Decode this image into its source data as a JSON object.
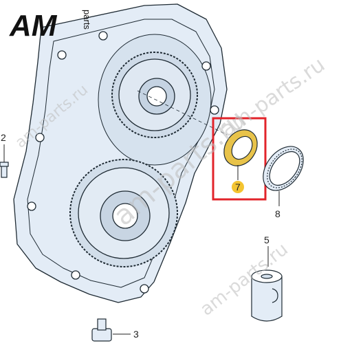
{
  "logo": {
    "brand": "AM",
    "suffix": "parts"
  },
  "watermarks": [
    "am-parts.ru",
    "am-parts.ru",
    "am-parts.ru",
    "am-parts.ru"
  ],
  "callouts": {
    "part_2": "2",
    "part_3": "3",
    "part_5": "5",
    "part_7": "7",
    "part_8": "8"
  },
  "colors": {
    "housing_fill": "#e3ecf6",
    "housing_stroke": "#1e2a33",
    "highlight_frame": "#e2232a",
    "seal_fill": "#e8c34a",
    "callout_badge": "#f4c430"
  },
  "icons": {
    "housing": "transmission-housing",
    "seal": "shaft-seal",
    "bearing": "bearing-ring",
    "filter": "oil-filter",
    "plug": "drain-plug",
    "bolt": "bolt"
  }
}
